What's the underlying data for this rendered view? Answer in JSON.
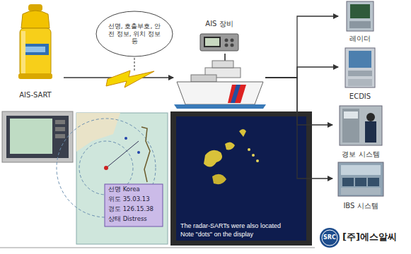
{
  "diagram": {
    "nodes": [
      {
        "text": [
          "AIS-SART"
        ]
      },
      {
        "text": [
          "선명, 호출부호, 안전 정보, 위치 정보 등"
        ]
      },
      {
        "text": [
          "AIS 장비"
        ]
      },
      {
        "text": [
          "레이더"
        ]
      },
      {
        "text": [
          "ECDIS"
        ]
      },
      {
        "text": [
          "경보 시스템"
        ]
      },
      {
        "text": [
          "IBS 시스템"
        ]
      }
    ],
    "edges": [
      {
        "from": 0,
        "to": 2,
        "arrow": "to"
      },
      {
        "from": 2,
        "to": 3,
        "arrow": "to"
      },
      {
        "from": 2,
        "to": 4,
        "arrow": "to"
      },
      {
        "from": 2,
        "to": 5,
        "arrow": "to"
      },
      {
        "from": 2,
        "to": 6,
        "arrow": "to"
      }
    ],
    "labels": [
      "선명 Korea",
      "위도 35.03.13",
      "경도 126.15.38",
      "상태 Distress",
      "The radar-SARTs were also located",
      "Note \"dots\" on the display",
      "SRC",
      "[주]에스알씨"
    ]
  }
}
